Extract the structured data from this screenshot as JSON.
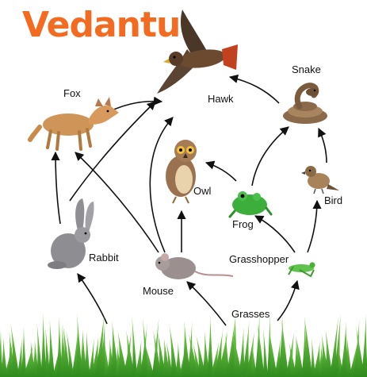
{
  "brand": {
    "name": "Vedantu",
    "color": "#f26b21"
  },
  "organisms": {
    "hawk": "Hawk",
    "snake": "Snake",
    "fox": "Fox",
    "owl": "Owl",
    "frog": "Frog",
    "bird": "Bird",
    "rabbit": "Rabbit",
    "grasshopper": "Grasshopper",
    "mouse": "Mouse",
    "grasses": "Grasses"
  },
  "links": [
    {
      "from": "grasses",
      "to": "rabbit"
    },
    {
      "from": "grasses",
      "to": "mouse"
    },
    {
      "from": "grasses",
      "to": "grasshopper"
    },
    {
      "from": "rabbit",
      "to": "fox"
    },
    {
      "from": "rabbit",
      "to": "hawk"
    },
    {
      "from": "mouse",
      "to": "fox"
    },
    {
      "from": "mouse",
      "to": "owl"
    },
    {
      "from": "mouse",
      "to": "hawk"
    },
    {
      "from": "grasshopper",
      "to": "frog"
    },
    {
      "from": "grasshopper",
      "to": "bird"
    },
    {
      "from": "frog",
      "to": "owl"
    },
    {
      "from": "frog",
      "to": "snake"
    },
    {
      "from": "bird",
      "to": "snake"
    },
    {
      "from": "snake",
      "to": "hawk"
    },
    {
      "from": "fox",
      "to": "hawk"
    }
  ],
  "icons": {
    "hawk": "hawk-icon",
    "snake": "snake-icon",
    "fox": "fox-icon",
    "owl": "owl-icon",
    "frog": "frog-icon",
    "bird": "bird-icon",
    "rabbit": "rabbit-icon",
    "grasshopper": "grasshopper-icon",
    "mouse": "mouse-icon",
    "grasses": "grass-icon"
  }
}
